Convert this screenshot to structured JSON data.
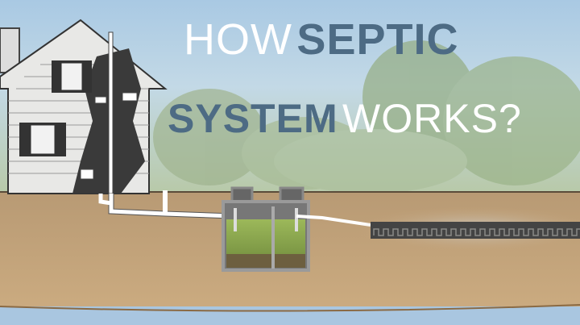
{
  "title": {
    "line1": {
      "thin": "HOW",
      "bold": "SEPTIC"
    },
    "line2": {
      "bold": "SYSTEM",
      "thin": "WORKS?"
    }
  },
  "colors": {
    "title_bold": "#4d6b84",
    "title_thin": "#ffffff",
    "sky": "#b9d3e6",
    "soil": "#c4a47c",
    "effluent": "#8fae4e"
  }
}
